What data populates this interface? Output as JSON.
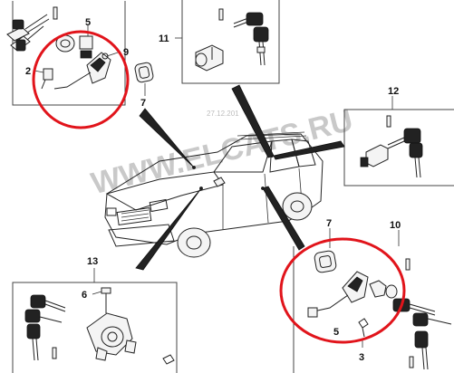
{
  "watermark": {
    "text": "WWW.ELCATS.RU",
    "date": "27.12.201"
  },
  "colors": {
    "highlight": "#e1141b",
    "line": "#222222",
    "background": "#ffffff"
  },
  "callouts": {
    "c2": "2",
    "c3": "3",
    "c5_top": "5",
    "c5_bottom": "5",
    "c6": "6",
    "c7_top": "7",
    "c7_bottom": "7",
    "c9": "9",
    "c10": "10",
    "c11": "11",
    "c12": "12",
    "c13": "13"
  },
  "icons": [
    "key-icon",
    "lock-cylinder-icon",
    "gasket-icon",
    "bolt-icon",
    "clip-icon",
    "vehicle-suv-icon"
  ]
}
